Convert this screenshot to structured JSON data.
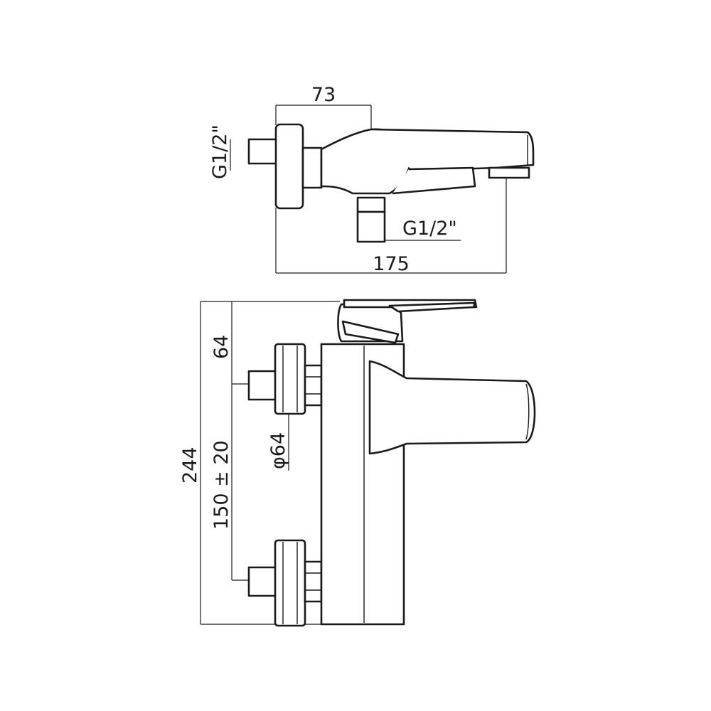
{
  "dimensions": {
    "top_width": "73",
    "top_inlet": "G1/2\"",
    "top_outlet": "G1/2\"",
    "top_length": "175",
    "front_lever_height": "64",
    "front_flange_diameter": "φ64",
    "front_height": "244",
    "front_centers": "150 ± 20"
  },
  "colors": {
    "line": "#1a1a1a",
    "background": "#ffffff"
  }
}
